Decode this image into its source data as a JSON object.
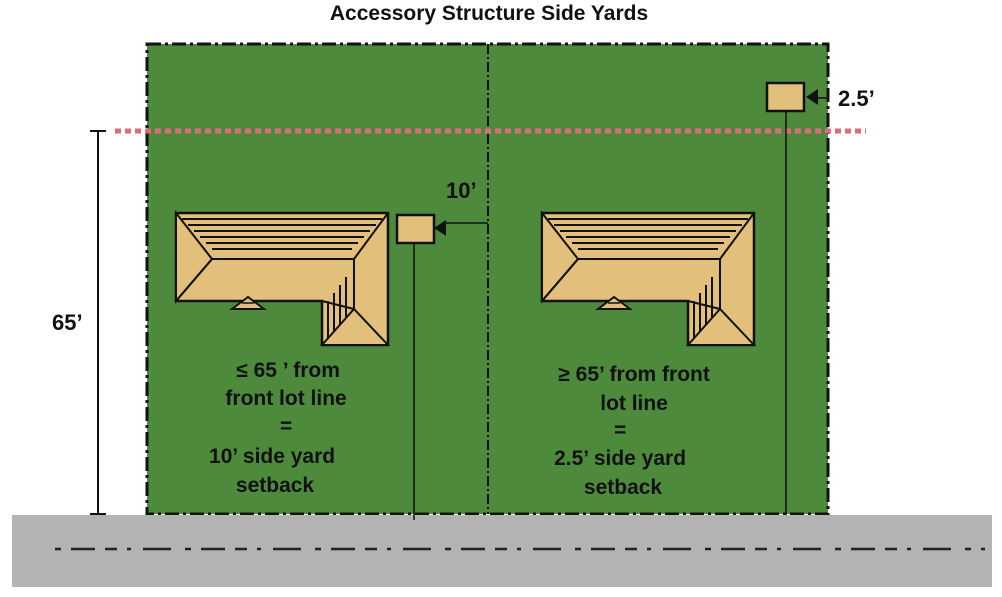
{
  "title": "Accessory Structure Side Yards",
  "dimensions": {
    "front_depth": "65’",
    "left_setback": "10’",
    "right_setback": "2.5’"
  },
  "left_lot": {
    "caption": [
      "≤ 65 ’ from",
      "front lot line",
      "=",
      "10’ side yard",
      "setback"
    ]
  },
  "right_lot": {
    "caption": [
      "≥ 65’ from front",
      "lot line",
      "=",
      "2.5’ side yard",
      "setback"
    ]
  },
  "colors": {
    "lot_fill": "#4e8a3c",
    "road": "#b3b3b3",
    "roof": "#e2bf7b",
    "depth_line": "#e06a80",
    "ink": "#111111"
  }
}
